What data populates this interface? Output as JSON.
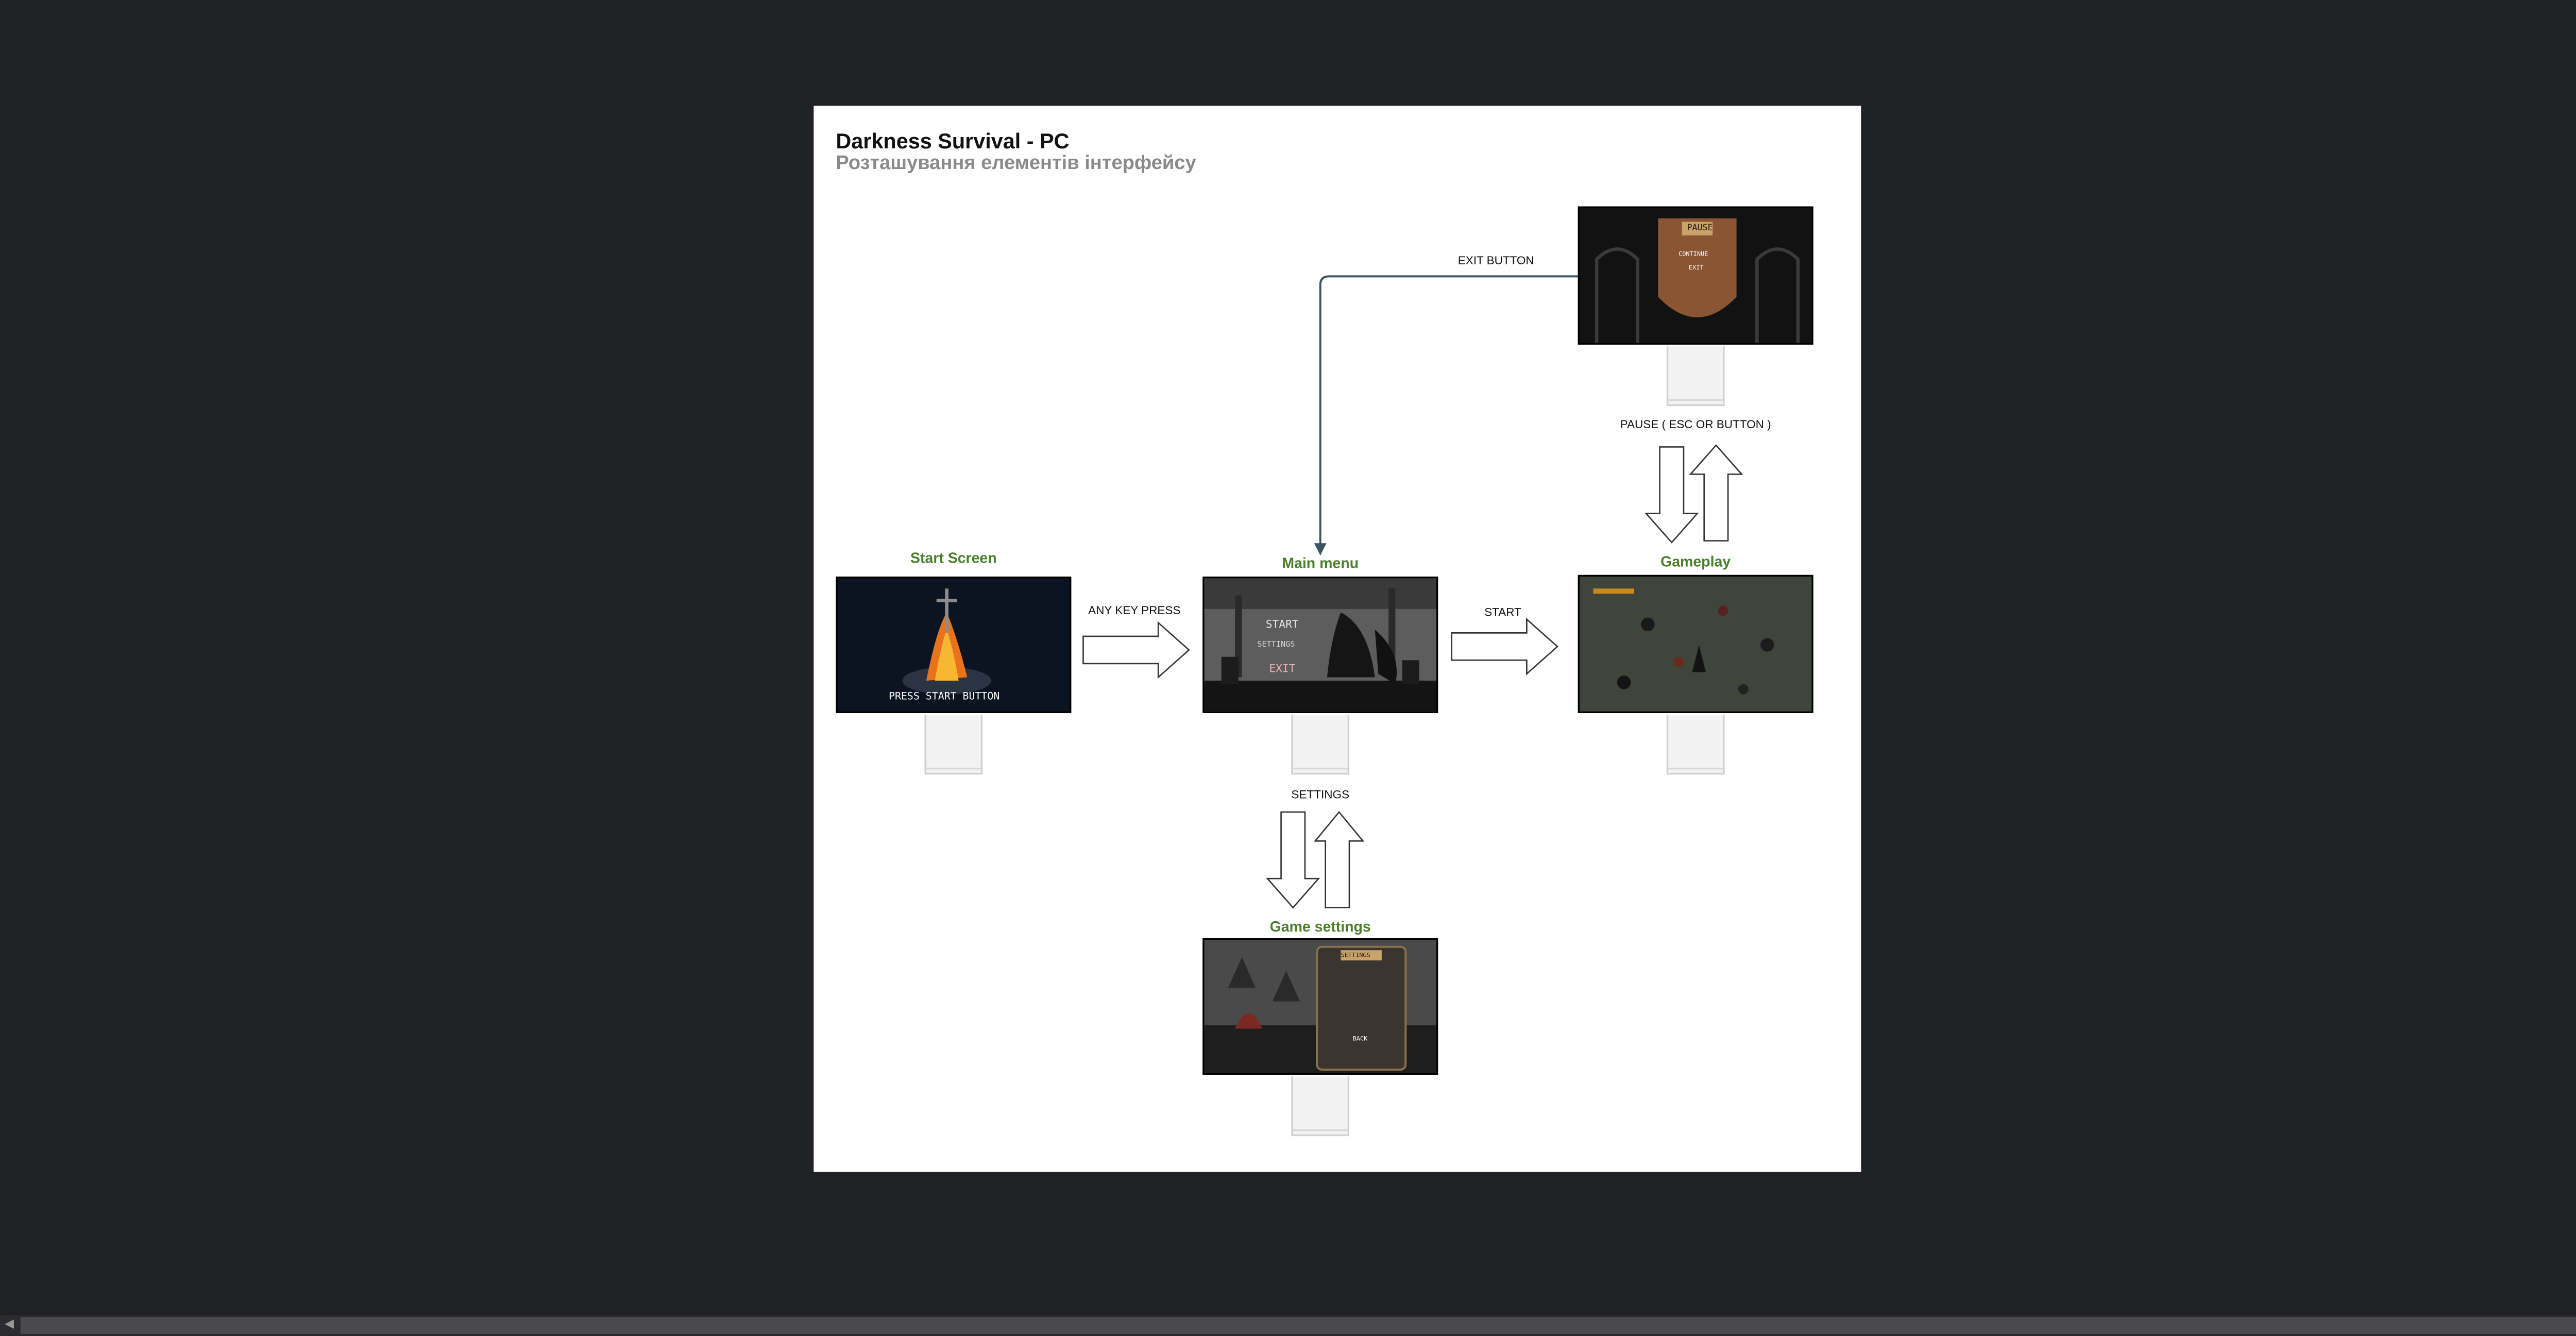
{
  "document": {
    "title": "Darkness Survival - PC",
    "subtitle": "Розташування елементів інтерфейсу"
  },
  "nodes": {
    "start_screen": {
      "label": "Start Screen",
      "screen_text": "PRESS START BUTTON"
    },
    "main_menu": {
      "label": "Main menu",
      "menu_items": [
        "START",
        "SETTINGS",
        "EXIT"
      ]
    },
    "gameplay": {
      "label": "Gameplay"
    },
    "pause": {
      "menu_items": [
        "PAUSE",
        "CONTINUE",
        "EXIT"
      ]
    },
    "game_settings": {
      "label": "Game settings",
      "menu_items": [
        "SETTINGS",
        "BACK"
      ]
    }
  },
  "edges": {
    "start_to_menu": "ANY KEY PRESS",
    "menu_to_gameplay": "START",
    "pause_to_menu": "EXIT BUTTON",
    "gameplay_pause": "PAUSE ( ESC OR BUTTON )",
    "menu_settings": "SETTINGS"
  },
  "colors": {
    "node_label": "#4a7f2b",
    "connector": "#3b5563",
    "background": "#202124"
  }
}
